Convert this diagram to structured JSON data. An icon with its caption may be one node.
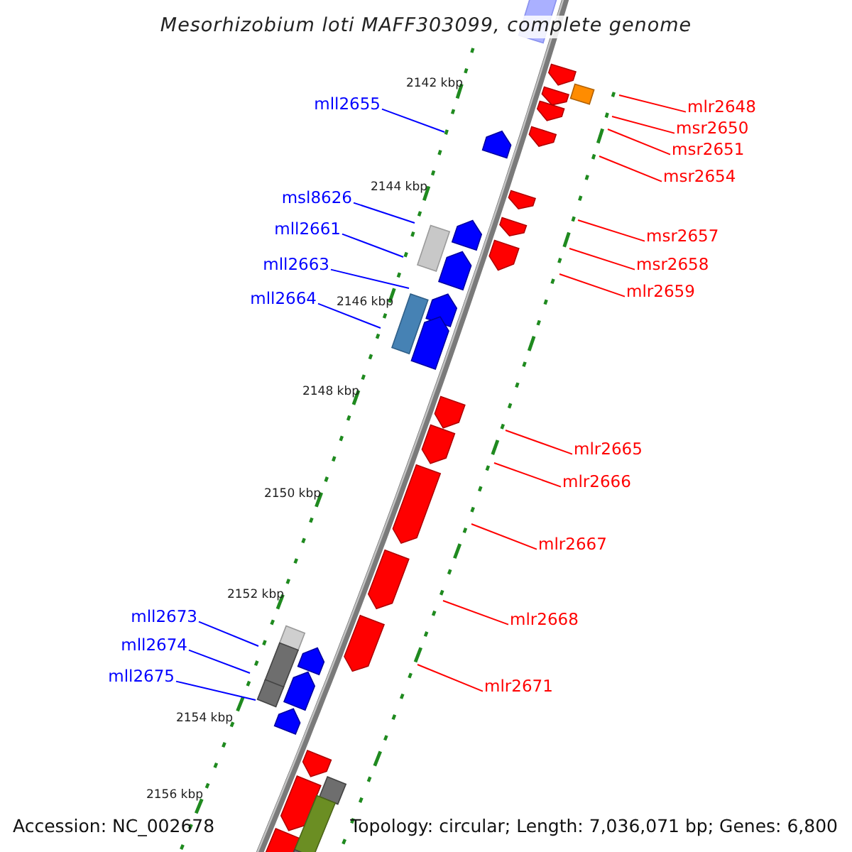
{
  "diagram": {
    "title": "Mesorhizobium loti MAFF303099, complete genome",
    "nodes": [
      {
        "text": [
          "mll2655"
        ]
      },
      {
        "text": [
          "mlr2648"
        ]
      },
      {
        "text": [
          "msr2650"
        ]
      },
      {
        "text": [
          "msr2651"
        ]
      },
      {
        "text": [
          "msr2654"
        ]
      },
      {
        "text": [
          "msl8626"
        ]
      },
      {
        "text": [
          "mll2661"
        ]
      },
      {
        "text": [
          "msr2657"
        ]
      },
      {
        "text": [
          "mll2663"
        ]
      },
      {
        "text": [
          "msr2658"
        ]
      },
      {
        "text": [
          "mlr2659"
        ]
      },
      {
        "text": [
          "mll2664"
        ]
      },
      {
        "text": [
          "mlr2665"
        ]
      },
      {
        "text": [
          "mlr2666"
        ]
      },
      {
        "text": [
          "mlr2667"
        ]
      },
      {
        "text": [
          "mll2673"
        ]
      },
      {
        "text": [
          "mlr2668"
        ]
      },
      {
        "text": [
          "mll2674"
        ]
      },
      {
        "text": [
          "mll2675"
        ]
      },
      {
        "text": [
          "mlr2671"
        ]
      }
    ],
    "edges": [
      {
        "from": 0,
        "to": null,
        "arrow": "none",
        "color": "#0000ff"
      },
      {
        "from": 1,
        "to": null,
        "arrow": "none"
      },
      {
        "from": 2,
        "to": null,
        "arrow": "none"
      },
      {
        "from": 3,
        "to": null,
        "arrow": "none"
      },
      {
        "from": 4,
        "to": null,
        "arrow": "none"
      },
      {
        "from": 5,
        "to": null,
        "arrow": "none",
        "color": "#0000ff"
      },
      {
        "from": 6,
        "to": null,
        "arrow": "none",
        "color": "#0000ff"
      },
      {
        "from": 7,
        "to": null,
        "arrow": "none"
      },
      {
        "from": 8,
        "to": null,
        "arrow": "none",
        "color": "#0000ff"
      },
      {
        "from": 9,
        "to": null,
        "arrow": "none"
      },
      {
        "from": 10,
        "to": null,
        "arrow": "none"
      },
      {
        "from": 11,
        "to": null,
        "arrow": "none",
        "color": "#0000ff"
      },
      {
        "from": 12,
        "to": null,
        "arrow": "none"
      },
      {
        "from": 13,
        "to": null,
        "arrow": "none"
      },
      {
        "from": 14,
        "to": null,
        "arrow": "none"
      },
      {
        "from": 15,
        "to": null,
        "arrow": "none",
        "color": "#0000ff"
      },
      {
        "from": 16,
        "to": null,
        "arrow": "none"
      },
      {
        "from": 17,
        "to": null,
        "arrow": "none",
        "color": "#0000ff"
      },
      {
        "from": 18,
        "to": null,
        "arrow": "none",
        "color": "#0000ff"
      },
      {
        "from": 19,
        "to": null,
        "arrow": "none"
      }
    ],
    "labels": [
      "2142 kbp",
      "2144 kbp",
      "2146 kbp",
      "2148 kbp",
      "2150 kbp",
      "2152 kbp",
      "2154 kbp",
      "2156 kbp",
      "Accession: NC_002678",
      "Topology: circular; Length: 7,036,071 bp; Genes: 6,800"
    ]
  }
}
